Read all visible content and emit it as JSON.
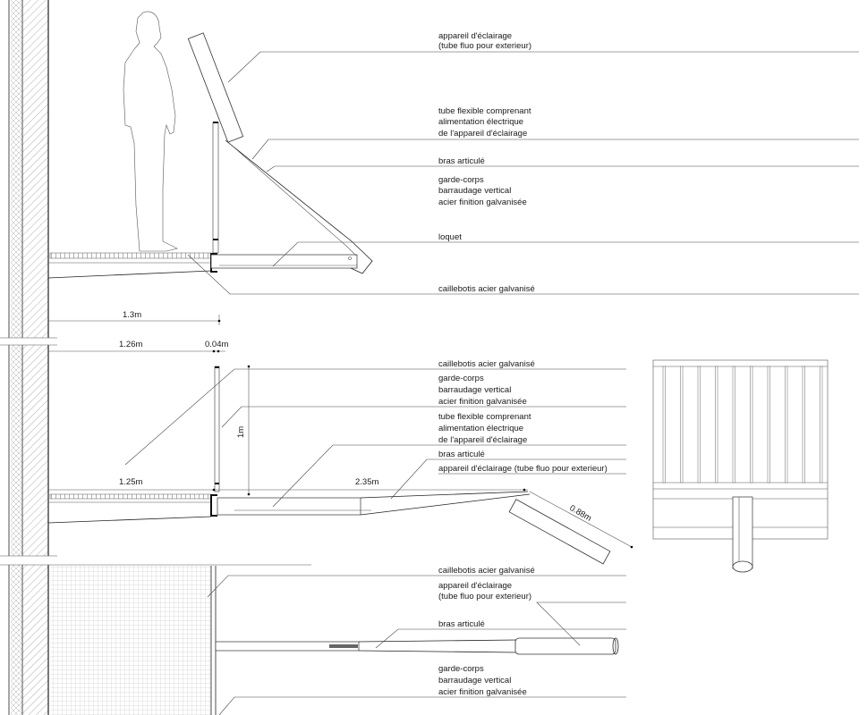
{
  "section_1": {
    "labels": {
      "light_fixture": [
        "appareil d'éclairage",
        "(tube fluo pour exterieur)"
      ],
      "flexible_tube": [
        "tube flexible comprenant",
        "alimentation électrique",
        "de l'appareil d'éclairage"
      ],
      "arm": "bras articulé",
      "railing": [
        "garde-corps",
        "barraudage vertical",
        "acier finition galvanisée"
      ],
      "latch": "loquet",
      "grating": "caillebotis acier galvanisé"
    },
    "dimensions": {
      "total": "1.3m",
      "deck": "1.26m",
      "rail": "0.04m"
    }
  },
  "section_2": {
    "labels": {
      "grating": "caillebotis acier galvanisé",
      "railing": [
        "garde-corps",
        "barraudage vertical",
        "acier finition galvanisée"
      ],
      "flexible_tube": [
        "tube flexible comprenant",
        "alimentation électrique",
        "de l'appareil d'éclairage"
      ],
      "arm": "bras articulé",
      "light_fixture": "appareil d'éclairage (tube fluo pour exterieur)"
    },
    "dimensions": {
      "height": "1m",
      "deck": "1.25m",
      "arm": "2.35m",
      "fixture": "0.88m"
    }
  },
  "plan": {
    "labels": {
      "grating": "caillebotis acier galvanisé",
      "light_fixture": [
        "appareil d'éclairage",
        "(tube fluo pour exterieur)"
      ],
      "arm": "bras articulé",
      "railing": [
        "garde-corps",
        "barraudage vertical",
        "acier finition galvanisée"
      ]
    }
  }
}
